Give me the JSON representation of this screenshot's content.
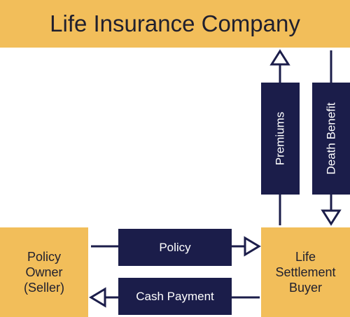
{
  "colors": {
    "box_fill": "#F2BE5A",
    "label_fill": "#1B1D4A",
    "arrow_stroke": "#1B1D4A"
  },
  "company": {
    "label": "Life Insurance Company"
  },
  "owner": {
    "label": "Policy\nOwner\n(Seller)"
  },
  "buyer": {
    "label": "Life\nSettlement\nBuyer"
  },
  "flows": {
    "policy": "Policy",
    "cash_payment": "Cash Payment",
    "premiums": "Premiums",
    "death_benefit": "Death Benefit"
  }
}
